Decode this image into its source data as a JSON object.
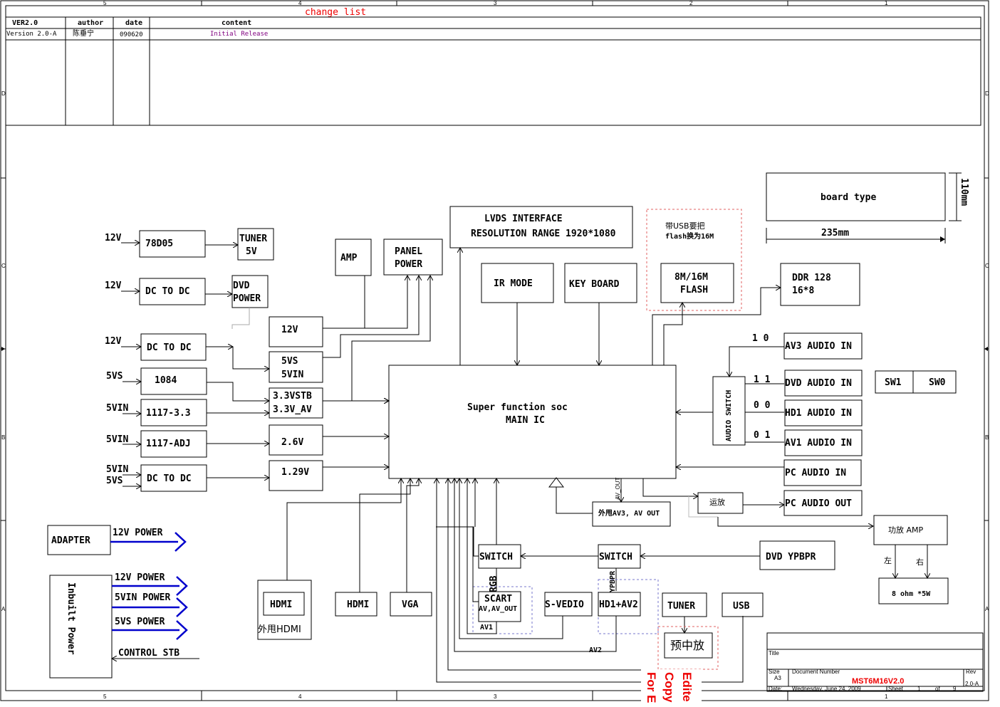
{
  "frame": {
    "top_marks": [
      "5",
      "4",
      "3",
      "2",
      "1"
    ],
    "bottom_marks": [
      "5",
      "4",
      "3",
      "2",
      "1"
    ],
    "side_marks": [
      "D",
      "C",
      "B",
      "A"
    ]
  },
  "change_list": {
    "title": "change list",
    "headers": [
      "VER2.0",
      "author",
      "date",
      "content"
    ],
    "row": [
      "Version 2.0-A",
      "陈垂宁",
      "090620",
      "Initial Release"
    ]
  },
  "blocks": {
    "v12a": "12V",
    "v12b": "12V",
    "v12c": "12V",
    "v5vs": "5VS",
    "v5vin1": "5VIN",
    "v5vin2": "5VIN",
    "v5vin3": "5VIN",
    "v5vs2": "5VS",
    "reg78d05": "78D05",
    "dcdc1": "DC TO DC",
    "dcdc2": "DC TO DC",
    "ic1084": "1084",
    "ic1117_33": "1117-3.3",
    "ic1117_adj": "1117-ADJ",
    "dcdc3": "DC TO DC",
    "tuner5v_1": "TUNER",
    "tuner5v_2": "5V",
    "dvdpower_1": "DVD",
    "dvdpower_2": "POWER",
    "rail12v": "12V",
    "rail5vs": "5VS",
    "rail5vin": "5VIN",
    "rail33stb": "3.3VSTB",
    "rail33av": "3.3V_AV",
    "rail26": "2.6V",
    "rail129": "1.29V",
    "amp": "AMP",
    "panel_power_1": "PANEL",
    "panel_power_2": "POWER",
    "lvds_1": "LVDS  INTERFACE",
    "lvds_2": "RESOLUTION RANGE 1920*1080",
    "ir_mode": "IR MODE",
    "key_board": "KEY BOARD",
    "usb_note_1": "带USB要把",
    "usb_note_2": "flash换为16M",
    "flash_1": "8M/16M",
    "flash_2": "FLASH",
    "board_type": "board type",
    "dim_w": "235mm",
    "dim_h": "110mm",
    "ddr_1": "DDR 128",
    "ddr_2": "16*8",
    "soc_1": "Super function soc",
    "soc_2": "MAIN IC",
    "audio_switch": "AUDIO SWITCH",
    "code10": "1 0",
    "code11": "1 1",
    "code00": "0 0",
    "code01": "0 1",
    "av3_audio": "AV3 AUDIO IN",
    "dvd_audio": "DVD AUDIO IN",
    "hd1_audio": "HD1 AUDIO IN",
    "av1_audio": "AV1 AUDIO IN",
    "pc_audio_in": "PC AUDIO IN",
    "pc_audio_out": "PC AUDIO OUT",
    "sw1": "SW1",
    "sw0": "SW0",
    "opamp": "运放",
    "ext_av3": "外甩AV3, AV OUT",
    "av_out_label": "AV_OUT",
    "power_amp": "功放 AMP",
    "left": "左",
    "right": "右",
    "speaker": "8 ohm *5W",
    "adapter": "ADAPTER",
    "adapter_12v": "12V POWER",
    "inbuilt": "Inbuilt Power",
    "ib_12v": "12V POWER",
    "ib_5vin": "5VIN POWER",
    "ib_5vs": "5VS POWER",
    "control_stb": "CONTROL STB",
    "switch1": "SWITCH",
    "switch2": "SWITCH",
    "dvd_ypbpr": "DVD YPBPR",
    "rgb": "RGB",
    "ypbpr": "YPBPR",
    "hdmi_ext_1": "HDMI",
    "hdmi_ext_2": "外甩HDMI",
    "hdmi": "HDMI",
    "vga": "VGA",
    "scart_1": "SCART",
    "scart_2": "AV,AV_OUT",
    "av1": "AV1",
    "svideo": "S-VEDIO",
    "hd1av2": "HD1+AV2",
    "av2": "AV2",
    "tuner": "TUNER",
    "usb": "USB",
    "preamp": "预中放"
  },
  "title_block": {
    "title_label": "Title",
    "size_label": "Size",
    "size": "A3",
    "docnum_label": "Document Number",
    "docnum": "MST6M16V2.0",
    "rev_label": "Rev",
    "rev": "2.0-A",
    "date_label": "Date:",
    "date": "Wednesday, June 24, 2009",
    "sheet_label": "Sheet",
    "sheet": "1",
    "of_label": "of",
    "sheets": "9"
  },
  "watermark": [
    "Edite",
    "Copy",
    "For E"
  ],
  "colors": {
    "power_arrow": "#0000cc",
    "accent_red": "#e00000",
    "content_purple": "#800080",
    "dashed_note": "#e06060"
  }
}
